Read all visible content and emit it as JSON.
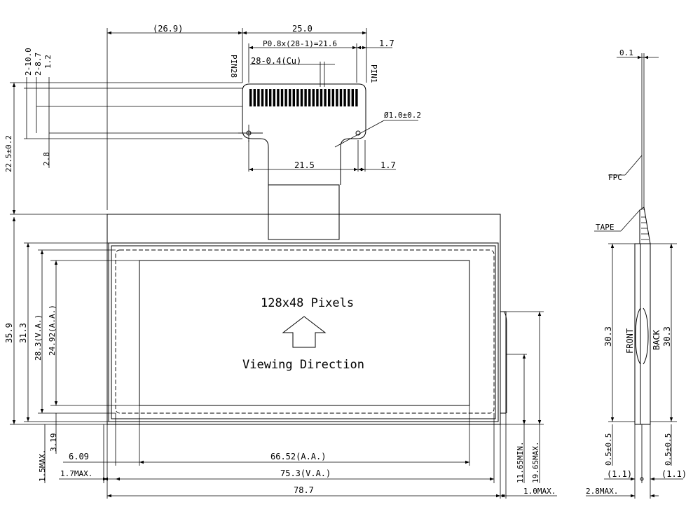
{
  "center": {
    "pixels": "128x48 Pixels",
    "viewing": "Viewing Direction"
  },
  "top_dims": {
    "d26_9": "(26.9)",
    "d25_0": "25.0",
    "pitch": "P0.8x(28-1)=21.6",
    "d1_7_top": "1.7",
    "cu": "28-0.4(Cu)",
    "pin28": "PIN28",
    "pin1": "PIN1",
    "hole": "Ø1.0±0.2",
    "d21_5": "21.5",
    "d1_7_bot": "1.7"
  },
  "left_dims": {
    "d2_10": "2-10.0",
    "d2_8_7": "2-8.7",
    "d1_2": "1.2",
    "d2_8": "2.8",
    "d22_5": "22.5±0.2",
    "d35_9": "35.9",
    "d31_3": "31.3",
    "d28_3": "28.3(V.A.)",
    "d24_92": "24.92(A.A.)",
    "d3_19": "3.19",
    "d1_5max": "1.5MAX."
  },
  "bottom_dims": {
    "d6_09": "6.09",
    "d66_52": "66.52(A.A.)",
    "d1_7max": "1.7MAX.",
    "d75_3": "75.3(V.A.)",
    "d78_7": "78.7",
    "d1_0max": "1.0MAX."
  },
  "right_dims": {
    "d11_65": "11.65MIN.",
    "d19_65": "19.65MAX."
  },
  "side_view": {
    "d0_1": "0.1",
    "fpc": "FPC",
    "tape": "TAPE",
    "front": "FRONT",
    "back": "BACK",
    "d30_3_left": "30.3",
    "d30_3_right": "30.3",
    "d0_5_left": "0.5±0.5",
    "d0_5_right": "0.5±0.5",
    "d1_1_left": "(1.1)",
    "d1_1_right": "(1.1)",
    "d2_8max": "2.8MAX."
  }
}
